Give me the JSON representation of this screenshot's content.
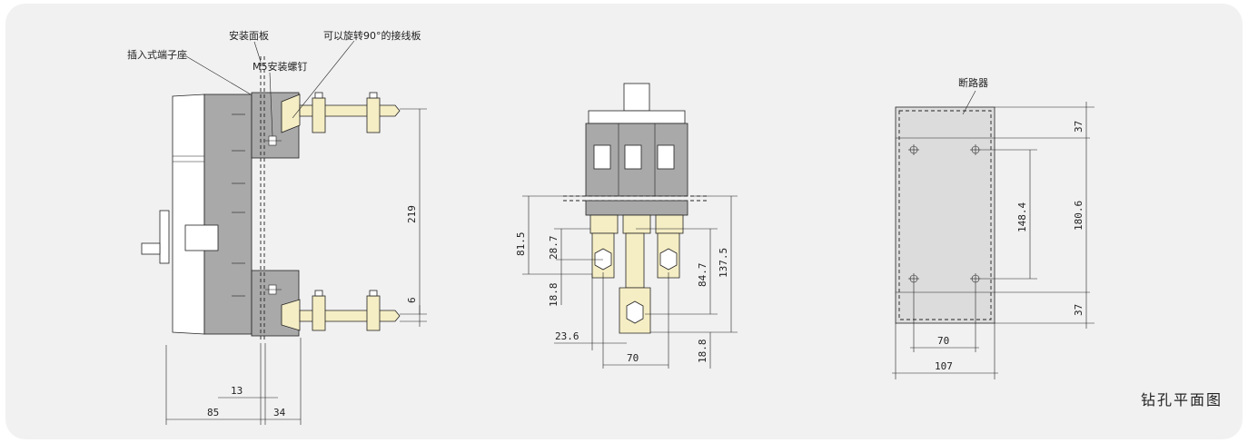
{
  "side_view": {
    "label_mount_panel": "安装面板",
    "label_rotatable_terminal": "可以旋转90°的接线板",
    "label_plugin_base": "插入式端子座",
    "label_m5_screw": "M5安装螺钉",
    "dim_219": "219",
    "dim_6": "6",
    "dim_13": "13",
    "dim_85": "85",
    "dim_34": "34"
  },
  "front_view": {
    "dim_81_5": "81.5",
    "dim_28_7": "28.7",
    "dim_18_8_left": "18.8",
    "dim_23_6": "23.6",
    "dim_70": "70",
    "dim_84_7": "84.7",
    "dim_137_5": "137.5",
    "dim_18_8_bottom": "18.8"
  },
  "drill_plan": {
    "label_breaker": "断路器",
    "dim_37_top": "37",
    "dim_180_6": "180.6",
    "dim_148_4": "148.4",
    "dim_37_bottom": "37",
    "dim_70": "70",
    "dim_107": "107",
    "title": "钻孔平面图"
  }
}
